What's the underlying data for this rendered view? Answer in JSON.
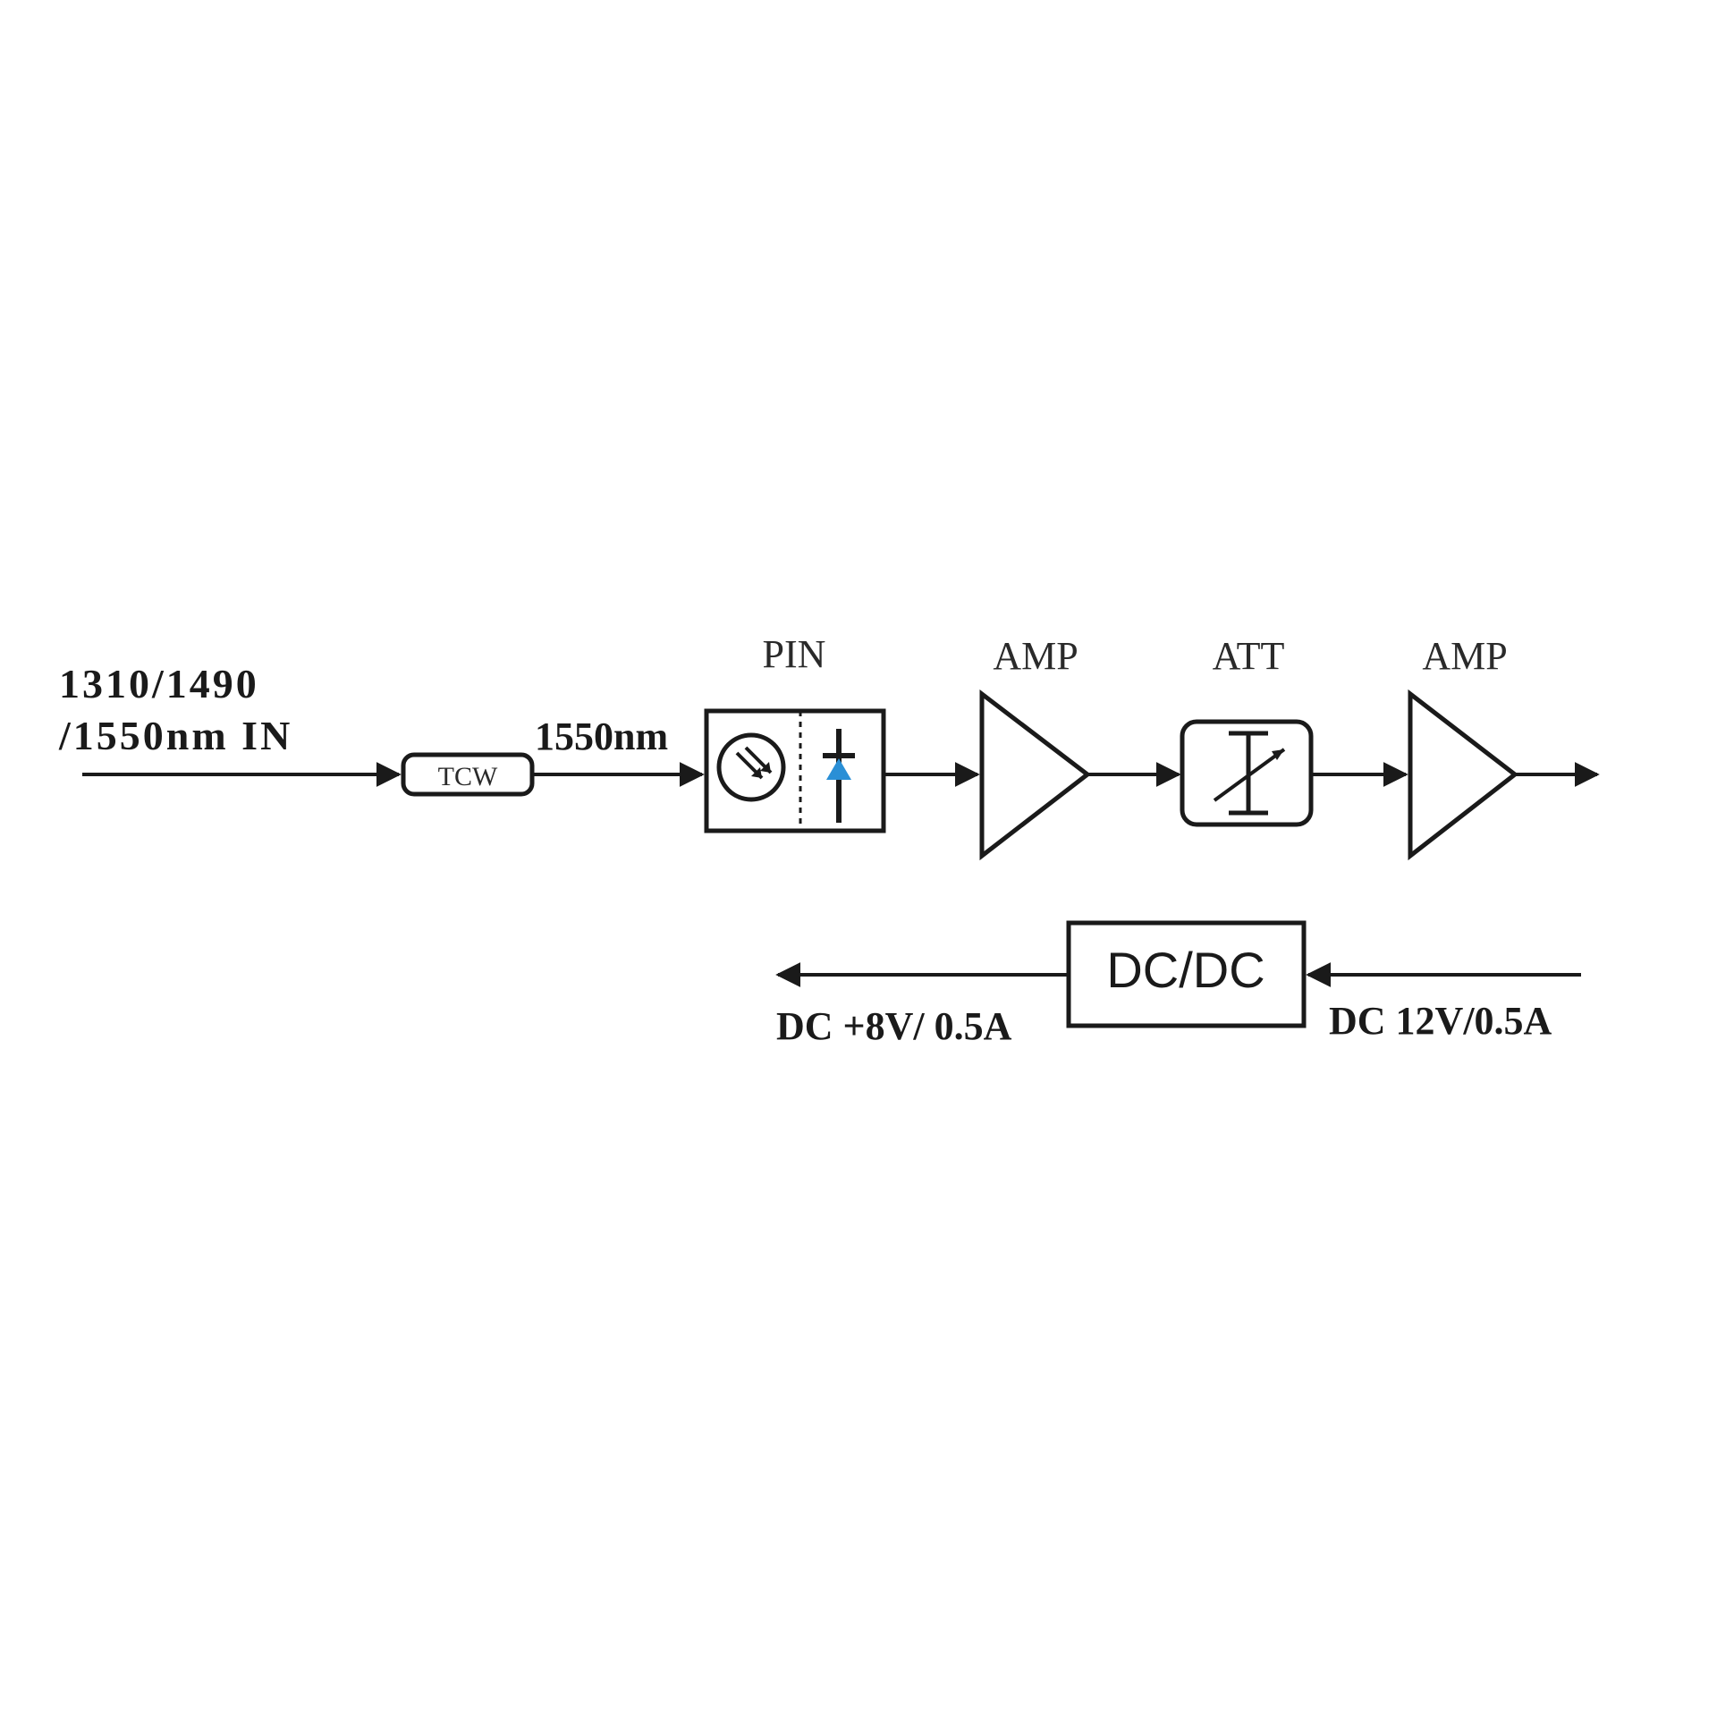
{
  "diagram": {
    "input_label_line1": "1310/1490",
    "input_label_line2": "/1550nm IN",
    "tcw_label": "TCW",
    "wavelength_label": "1550nm",
    "pin_label": "PIN",
    "amp1_label": "AMP",
    "att_label": "ATT",
    "amp2_label": "AMP",
    "dcdc_label": "DC/DC",
    "dc_out_label": "DC +8V/ 0.5A",
    "dc_in_label": "DC 12V/0.5A",
    "colors": {
      "line": "#1a1a1a",
      "diode_accent": "#2a8fd6"
    }
  }
}
